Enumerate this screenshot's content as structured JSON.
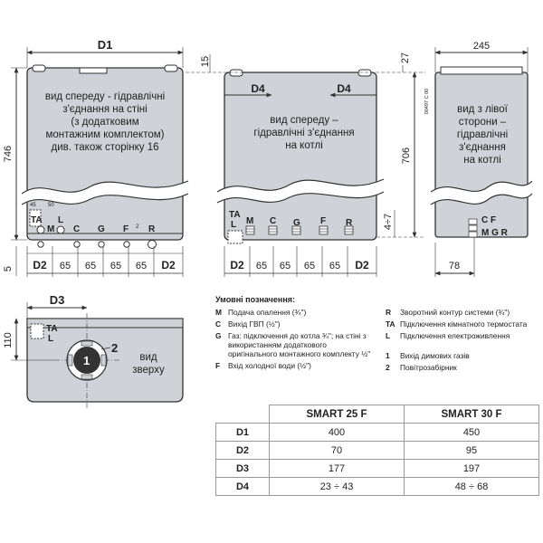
{
  "dims": {
    "d1": "D1",
    "d2": "D2",
    "d3": "D3",
    "d4": "D4",
    "h746": "746",
    "h706": "706",
    "w245": "245",
    "v15": "15",
    "v27": "27",
    "v5": "5",
    "v4_7": "4÷7",
    "w78": "78",
    "h110": "110",
    "s45": "45",
    "s50": "50",
    "s65": "65",
    "s2": "2",
    "code": "00497 C 00"
  },
  "panels": {
    "wall": [
      "вид спереду - гідравлічні",
      "з'єднання на стіні",
      "(з додатковим",
      "монтажним комплектом)",
      "див. також сторінку 16"
    ],
    "boiler": [
      "вид спереду –",
      "гідравлічні з'єднання",
      "на котлі"
    ],
    "side": [
      "вид з лівої",
      "сторони –",
      "гідравлічні",
      "з'єднання",
      "на котлі"
    ],
    "top": [
      "вид",
      "зверху"
    ]
  },
  "connectors": {
    "ta": "TA",
    "l": "L",
    "m": "M",
    "c": "C",
    "g": "G",
    "f": "F",
    "r": "R",
    "cf": "C F",
    "mgr": "M G R",
    "one": "1",
    "two": "2"
  },
  "legend": {
    "title": "Умовні позначення:",
    "left": [
      {
        "key": "M",
        "text": "Подача опалення (¾\")"
      },
      {
        "key": "C",
        "text": "Вихід ГВП (½\")"
      },
      {
        "key": "G",
        "text": "Газ: підключення до котла ¾\"; на стіні з використанням додаткового оригінального монтажного комплекту ½\""
      },
      {
        "key": "F",
        "text": "Вхід холодної води (½\")"
      }
    ],
    "right": [
      {
        "key": "R",
        "text": "Зворотний контур системи (¾\")"
      },
      {
        "key": "TA",
        "text": "Підключення кімнатного термостата"
      },
      {
        "key": "L",
        "text": "Підключення електроживлення"
      },
      {
        "key": "1",
        "text": "Вихід димових газів"
      },
      {
        "key": "2",
        "text": "Повітрозабірник"
      }
    ]
  },
  "table": {
    "headers": [
      "",
      "SMART 25 F",
      "SMART 30 F"
    ],
    "rows": [
      [
        "D1",
        "400",
        "450"
      ],
      [
        "D2",
        "70",
        "95"
      ],
      [
        "D3",
        "177",
        "197"
      ],
      [
        "D4",
        "23 ÷ 43",
        "48 ÷ 68"
      ]
    ]
  },
  "colors": {
    "panel": "#cfd2d6",
    "line": "#333333"
  }
}
